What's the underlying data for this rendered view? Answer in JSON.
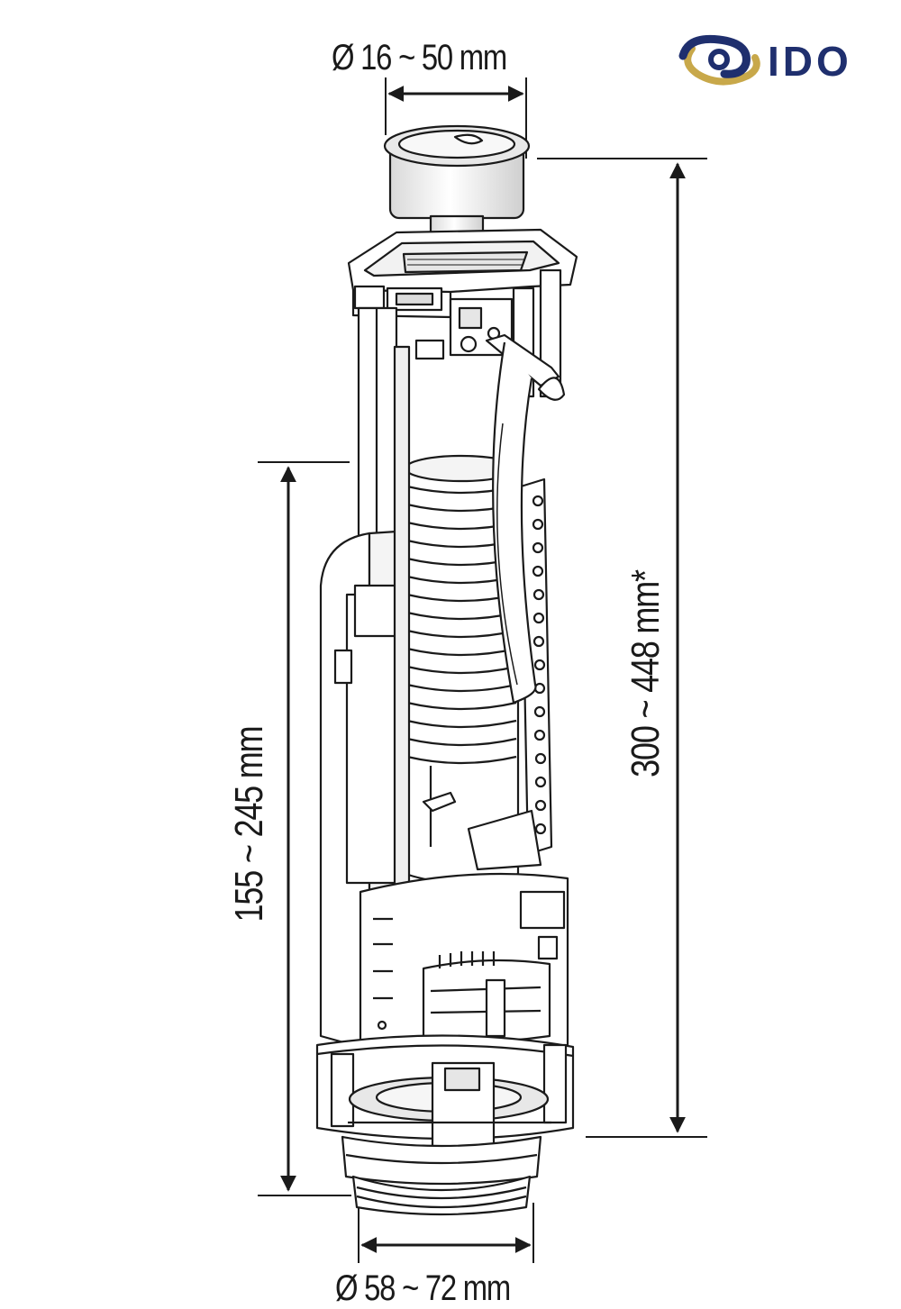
{
  "brand": {
    "name": "IDO",
    "primary_color": "#1f2f6e",
    "accent_color": "#c8a84a"
  },
  "dimensions": {
    "button_diameter": "Ø 16 ~ 50 mm",
    "overall_height": "300 ~ 448 mm*",
    "body_height": "155 ~ 245 mm",
    "outlet_diameter": "Ø 58 ~ 72 mm"
  },
  "line_color": "#1a1a1a"
}
